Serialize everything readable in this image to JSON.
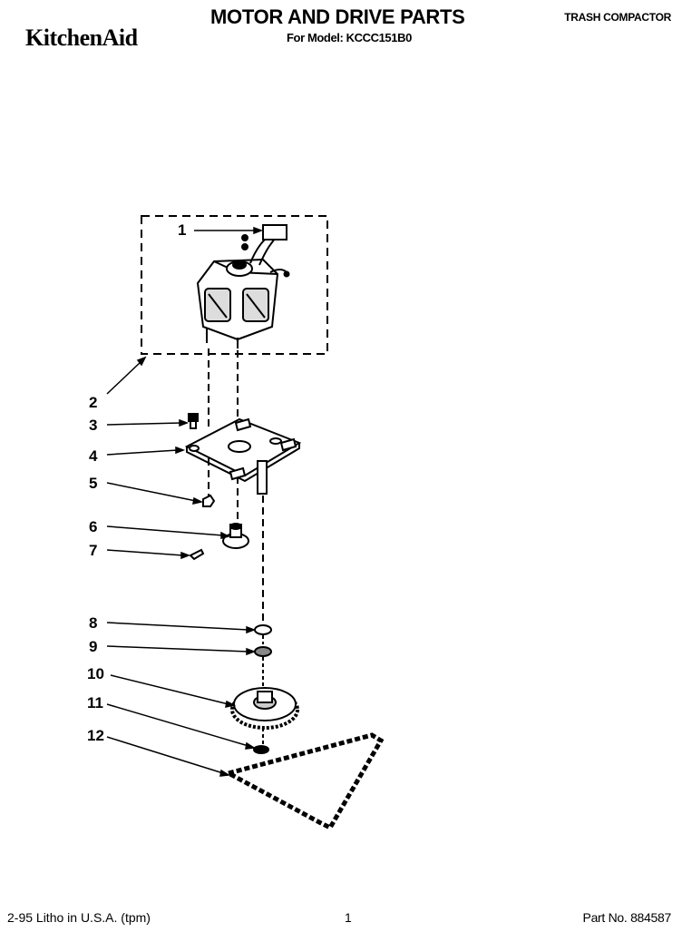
{
  "header": {
    "brand": "KitchenAid",
    "title": "MOTOR AND DRIVE PARTS",
    "model_line": "For Model: KCCC151B0",
    "product": "TRASH COMPACTOR"
  },
  "callouts": [
    "1",
    "2",
    "3",
    "4",
    "5",
    "6",
    "7",
    "8",
    "9",
    "10",
    "11",
    "12"
  ],
  "footer": {
    "left": "2-95  Litho in U.S.A. (tpm)",
    "page": "1",
    "part_no": "Part No. 884587"
  }
}
